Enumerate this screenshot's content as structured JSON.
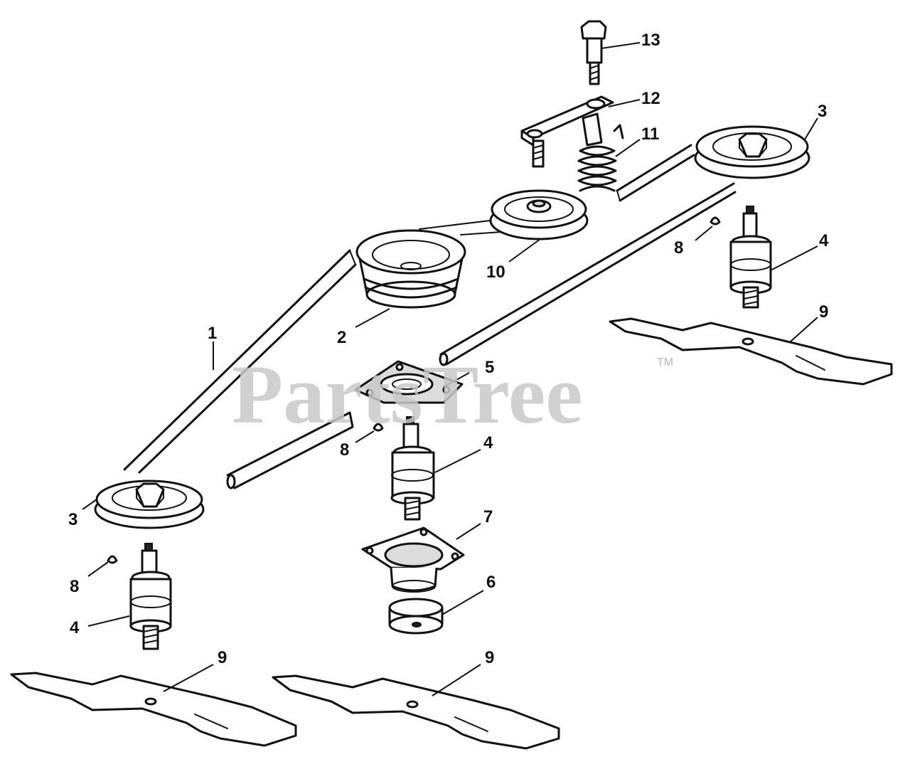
{
  "watermark": {
    "text": "PartsTree",
    "trademark": "TM"
  },
  "callouts": {
    "belt": "1",
    "center_pulley": "2",
    "spindle_pulley_left": "3",
    "spindle_pulley_right": "3",
    "spindle_center": "4",
    "spindle_left": "4",
    "spindle_right": "4",
    "bearing_plate_top": "5",
    "bearing_cup": "6",
    "bearing_plate_bottom": "7",
    "key_center": "8",
    "key_left": "8",
    "key_right": "8",
    "blade_left": "9",
    "blade_center": "9",
    "blade_right": "9",
    "idler_pulley": "10",
    "spring": "11",
    "idler_arm": "12",
    "shoulder_bolt": "13"
  }
}
